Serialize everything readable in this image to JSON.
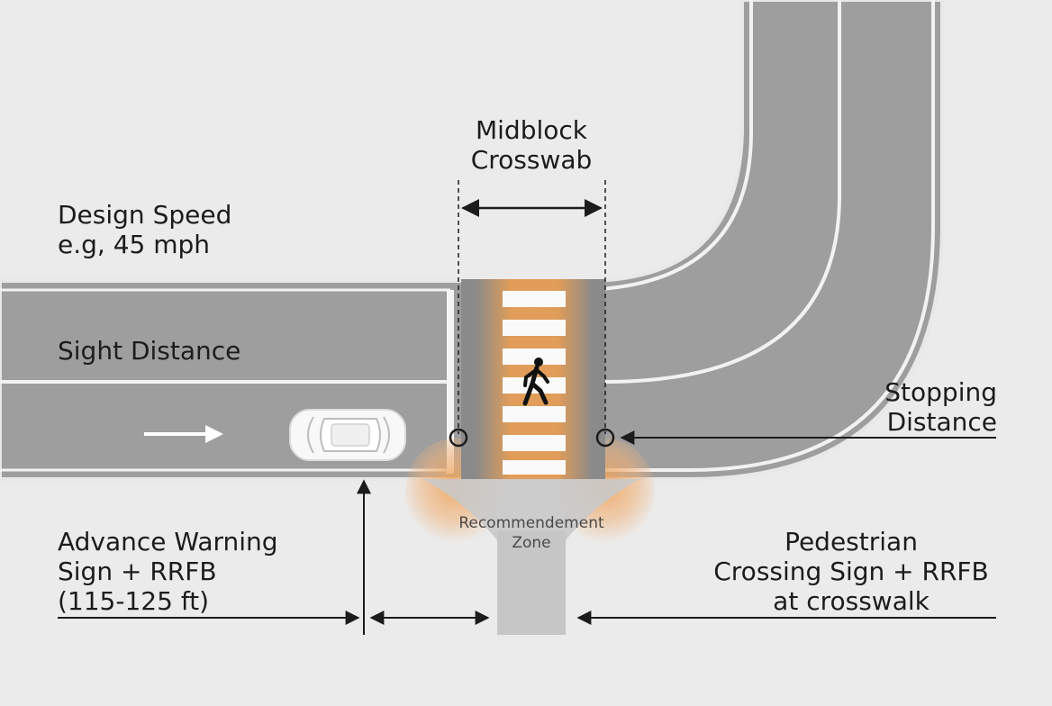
{
  "labels": {
    "midblock_crosswalk": [
      "Midblock",
      "Crosswab"
    ],
    "design_speed": [
      "Design Speed",
      "e.g, 45 mph"
    ],
    "sight_distance": "Sight Distance",
    "stopping_distance": [
      "Stopping",
      "Distance"
    ],
    "advance_warning": [
      "Advance Warning",
      "Sign + RRFB",
      "(115-125 ft)"
    ],
    "pedestrian_crossing": [
      "Pedestrian",
      "Crossing Sign + RRFB",
      "at crosswalk"
    ],
    "recommended_zone": [
      "Recommendement",
      "Zone"
    ]
  },
  "icons": {
    "pedestrian": "pedestrian-walking-icon",
    "car": "car-top-view-icon",
    "traffic_direction": "arrow-right-icon"
  },
  "colors": {
    "background": "#ebebeb",
    "road": "#9e9e9e",
    "lane_marking": "#f2f2f2",
    "crosswalk_glow": "#f0a050",
    "annotation_line": "#1c1c1c"
  }
}
